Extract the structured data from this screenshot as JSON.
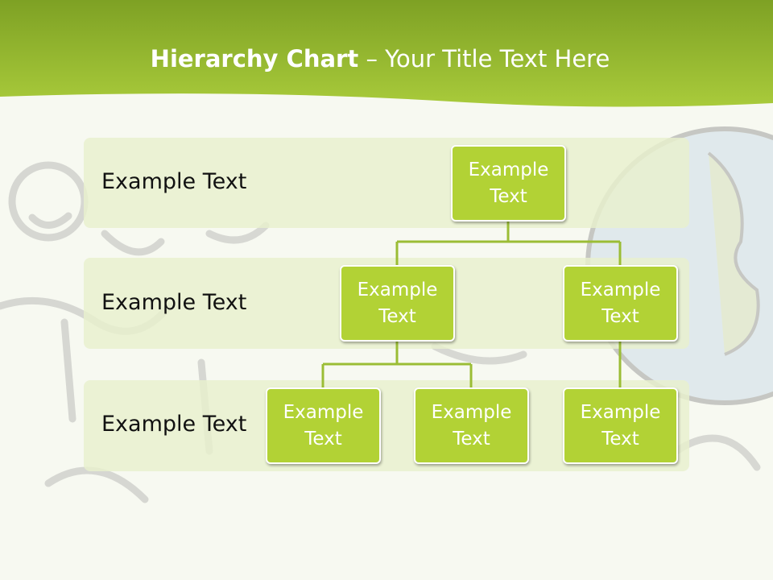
{
  "title": {
    "bold": "Hierarchy Chart",
    "rest": " – Your Title Text Here"
  },
  "rows": [
    {
      "label": "Example Text"
    },
    {
      "label": "Example Text"
    },
    {
      "label": "Example Text"
    }
  ],
  "nodes": [
    {
      "text": "Example Text"
    },
    {
      "text": "Example Text"
    },
    {
      "text": "Example Text"
    },
    {
      "text": "Example Text"
    },
    {
      "text": "Example Text"
    },
    {
      "text": "Example Text"
    }
  ],
  "colors": {
    "header_green": "#9bbf2a",
    "node_fill": "#b2d235",
    "connector": "#9bbd35",
    "band_fill": "#e8f0cd"
  }
}
